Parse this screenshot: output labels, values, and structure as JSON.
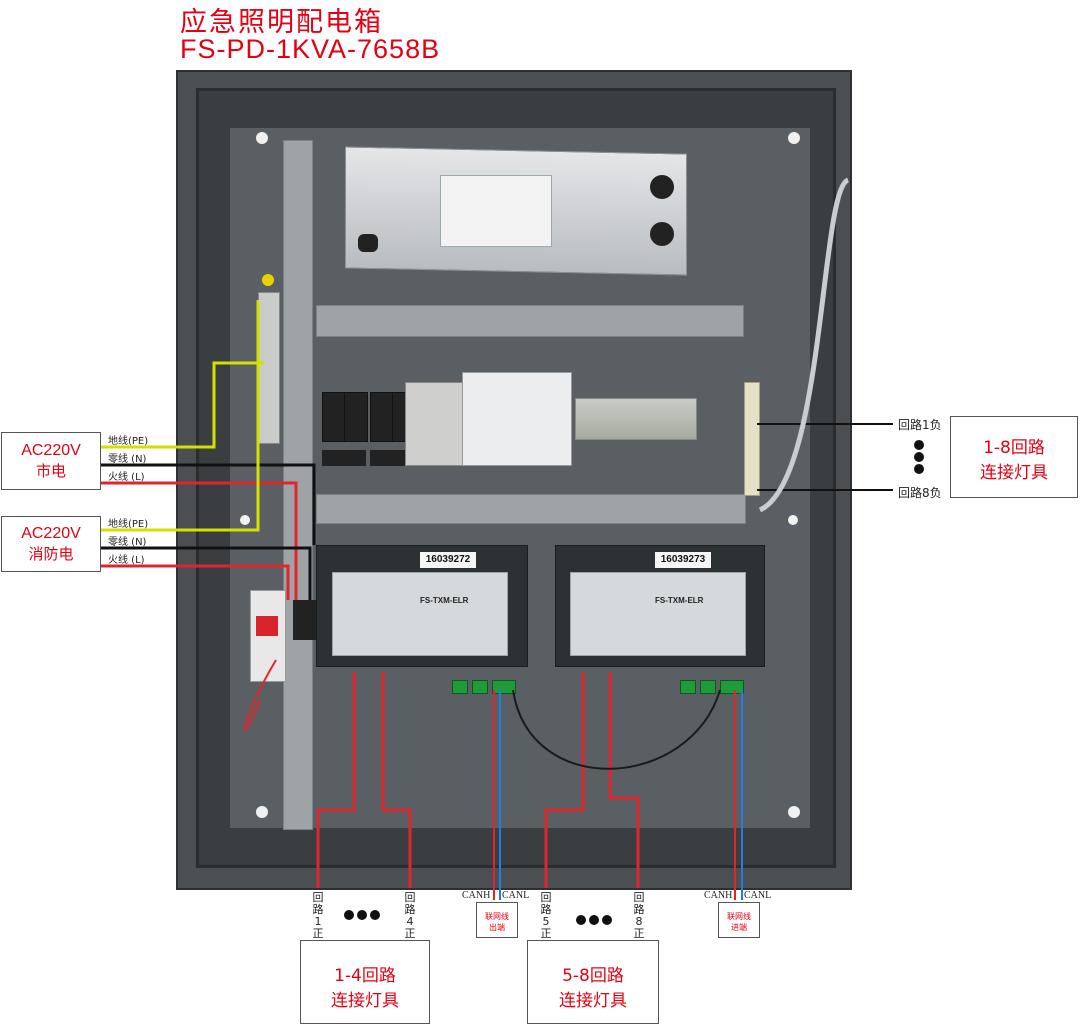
{
  "header": {
    "title": "应急照明配电箱",
    "model": "FS-PD-1KVA-7658B"
  },
  "inputs": {
    "mains": {
      "voltage": "AC220V",
      "label": "市电",
      "pe": "地线(PE)",
      "n": "零线 (N)",
      "l": "火线 (L)"
    },
    "fire": {
      "voltage": "AC220V",
      "label": "消防电",
      "pe": "地线(PE)",
      "n": "零线 (N)",
      "l": "火线 (L)"
    }
  },
  "modules": [
    {
      "serial": "16039272",
      "name": "FS-TXM-ELR"
    },
    {
      "serial": "16039273",
      "name": "FS-TXM-ELR"
    }
  ],
  "right_side": {
    "neg1": "回路1负",
    "neg8": "回路8负",
    "box_line1": "1-8回路",
    "box_line2": "连接灯具"
  },
  "bottom": {
    "left_loop1": [
      "回",
      "路",
      "1",
      "正"
    ],
    "left_loop4": [
      "回",
      "路",
      "4",
      "正"
    ],
    "mid_loop5": [
      "回",
      "路",
      "5",
      "正"
    ],
    "mid_loop8": [
      "回",
      "路",
      "8",
      "正"
    ],
    "canh": "CANH",
    "canl": "CANL",
    "net_out_1": "联网线",
    "net_out_2": "出端",
    "net_in_1": "联网线",
    "net_in_2": "进端",
    "box14_line1": "1-4回路",
    "box14_line2": "连接灯具",
    "box58_line1": "5-8回路",
    "box58_line2": "连接灯具"
  },
  "colors": {
    "red": "#e60012",
    "wire_red": "#e0262d",
    "wire_black": "#111111",
    "wire_yellow_green": "#d4e000",
    "wire_blue": "#1e7fe0"
  }
}
